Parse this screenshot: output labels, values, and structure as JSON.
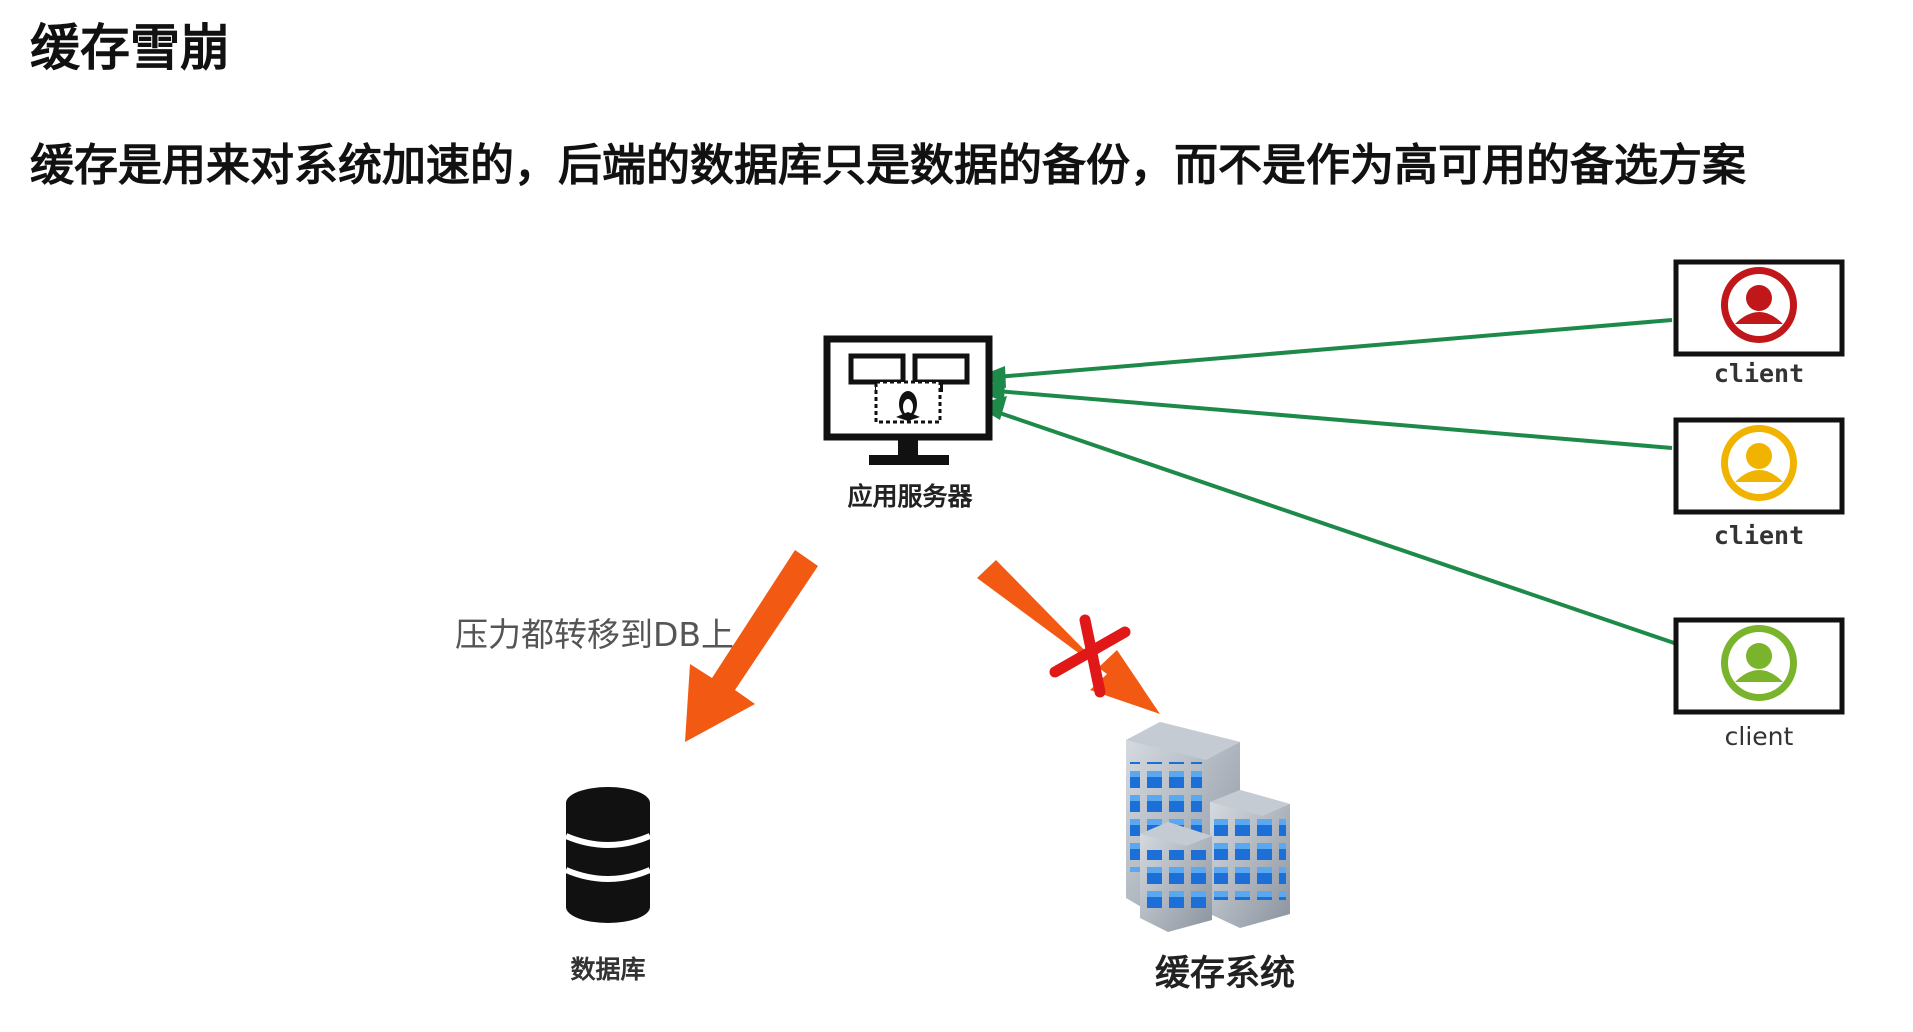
{
  "page": {
    "title": "缓存雪崩",
    "subtitle": "缓存是用来对系统加速的，后端的数据库只是数据的备份，而不是作为高可用的备选方案"
  },
  "diagram": {
    "server": {
      "label": "应用服务器",
      "icon": "linux-server-monitor-icon"
    },
    "clients": [
      {
        "label": "client",
        "color": "#c0181a",
        "icon": "user-avatar-icon"
      },
      {
        "label": "client",
        "color": "#f0b400",
        "icon": "user-avatar-icon"
      },
      {
        "label": "client",
        "color": "#7ab42c",
        "icon": "user-avatar-icon"
      }
    ],
    "pressure_label": "压力都转移到DB上",
    "database": {
      "label": "数据库",
      "icon": "database-icon"
    },
    "cache": {
      "label": "缓存系统",
      "icon": "buildings-icon"
    },
    "colors": {
      "request_line": "#1e8a4a",
      "pressure_arrow": "#f25a14",
      "blocked_mark": "#e01818"
    }
  }
}
